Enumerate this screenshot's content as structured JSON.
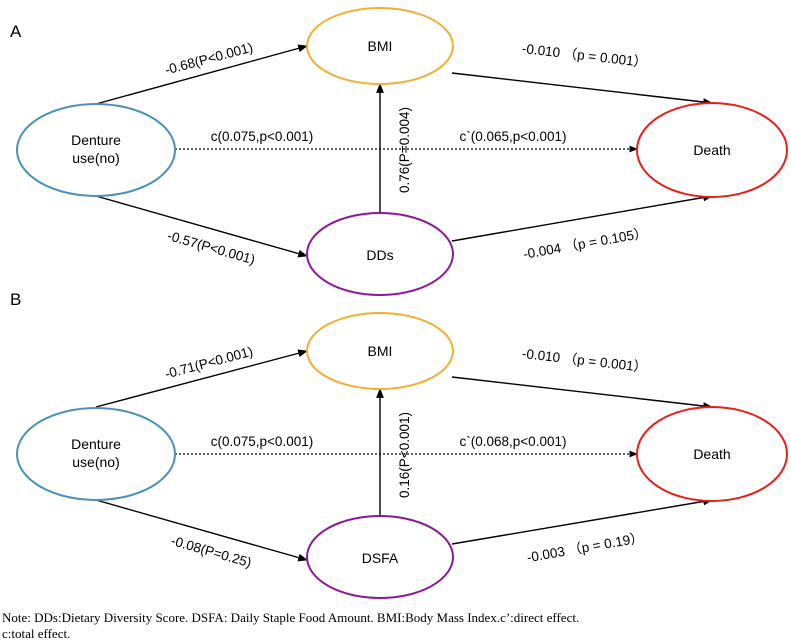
{
  "colors": {
    "exposure": "#4a90b8",
    "mediator_bmi": "#f0b030",
    "mediator_diet": "#8a1a96",
    "outcome": "#e8201c",
    "arrow": "#000000"
  },
  "panels": [
    {
      "letter": "A",
      "exposure": [
        "Denture",
        "use(no)"
      ],
      "mediator_top": "BMI",
      "mediator_bottom": "DDs",
      "outcome": "Death",
      "edge_exposure_bmi": "-0.68(P<0.001)",
      "edge_bmi_death": "-0.010 （p = 0.001）",
      "edge_total": "c(0.075,p<0.001)",
      "edge_direct": "c`(0.065,p<0.001)",
      "edge_diet_bmi": "0.76(P=0.004)",
      "edge_exposure_diet": "-0.57(P<0.001)",
      "edge_diet_death": "-0.004 （p = 0.105）"
    },
    {
      "letter": "B",
      "exposure": [
        "Denture",
        "use(no)"
      ],
      "mediator_top": "BMI",
      "mediator_bottom": "DSFA",
      "outcome": "Death",
      "edge_exposure_bmi": "-0.71(P<0.001)",
      "edge_bmi_death": "-0.010 （p = 0.001）",
      "edge_total": "c(0.075,p<0.001)",
      "edge_direct": "c`(0.068,p<0.001)",
      "edge_diet_bmi": "0.16(P<0.001)",
      "edge_exposure_diet": "-0.08(P=0.25)",
      "edge_diet_death": "-0.003 （p = 0.19）"
    }
  ],
  "note": {
    "line1": "Note: DDs:Dietary Diversity Score. DSFA: Daily Staple Food Amount. BMI:Body Mass Index.c’:direct effect.",
    "line2": "c:total effect."
  }
}
